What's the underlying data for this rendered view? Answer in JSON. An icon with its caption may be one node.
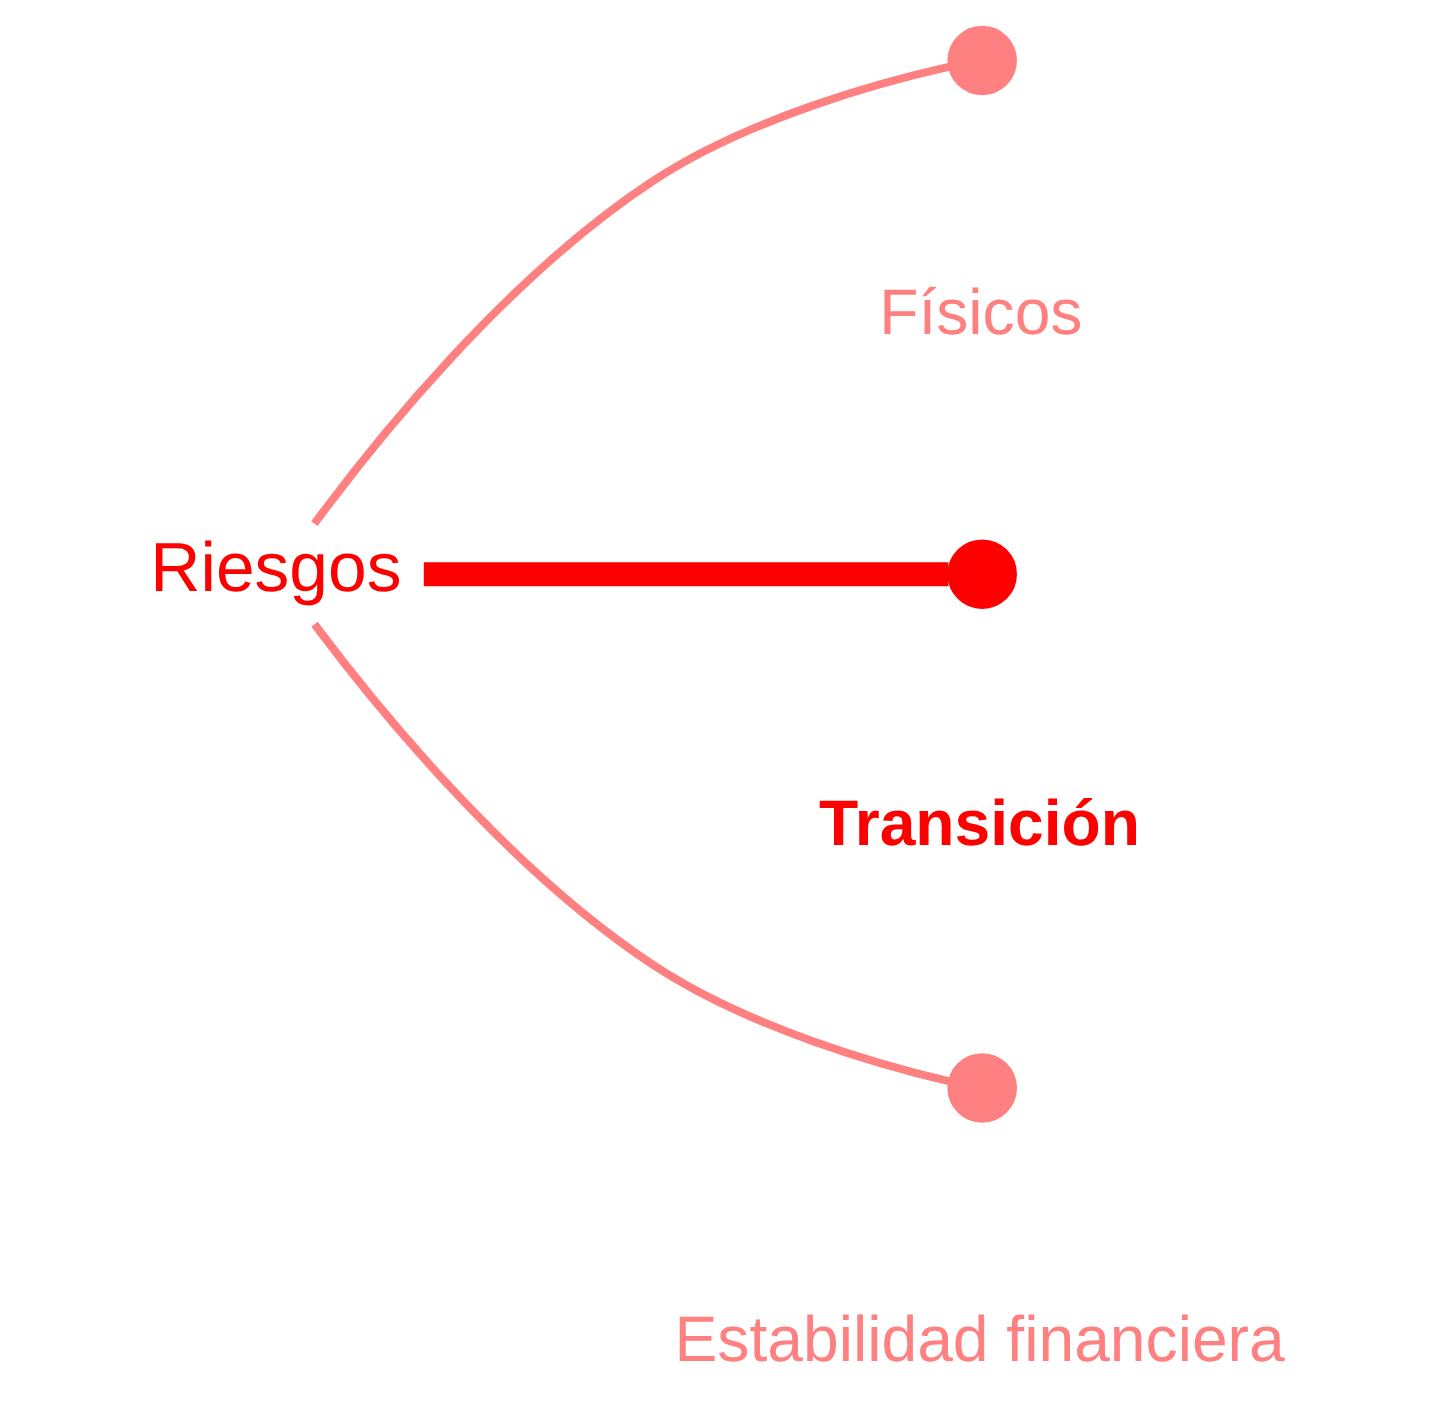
{
  "diagram": {
    "nodes": [
      {
        "text": [
          "Riesgos"
        ]
      },
      {
        "text": [],
        "shape": "circle",
        "beside": [
          "Físicos"
        ]
      },
      {
        "text": [],
        "shape": "circle",
        "beside": [
          "Transición"
        ]
      },
      {
        "text": [],
        "shape": "circle",
        "beside": [
          "Estabilidad financiera"
        ]
      }
    ],
    "edges": [
      {
        "from": 0,
        "to": 1,
        "arrow": "none"
      },
      {
        "from": 0,
        "to": 2,
        "arrow": "none",
        "style": "thick",
        "color": "#ff0000"
      },
      {
        "from": 0,
        "to": 3,
        "arrow": "none"
      }
    ]
  }
}
